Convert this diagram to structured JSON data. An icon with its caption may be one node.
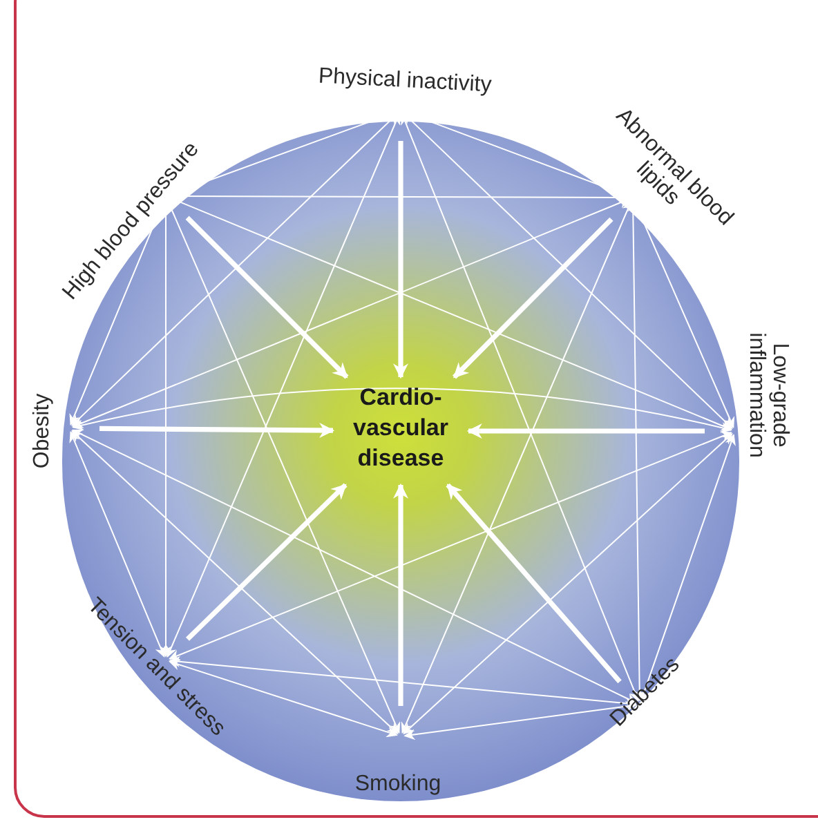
{
  "diagram": {
    "nodes": [
      {
        "text": [
          "Physical inactivity"
        ]
      },
      {
        "text": [
          "Abnormal blood lipids"
        ]
      },
      {
        "text": [
          "Low-grade inflammation"
        ]
      },
      {
        "text": [
          "Diabetes"
        ]
      },
      {
        "text": [
          "Smoking"
        ]
      },
      {
        "text": [
          "Tension and stress"
        ]
      },
      {
        "text": [
          "Obesity"
        ]
      },
      {
        "text": [
          "High blood pressure"
        ]
      },
      {
        "text": [
          "Cardio- vascular disease"
        ]
      }
    ],
    "edges": [
      {
        "from": 0,
        "to": 1,
        "arrow": "both"
      },
      {
        "from": 0,
        "to": 2,
        "arrow": "both"
      },
      {
        "from": 0,
        "to": 3,
        "arrow": "both"
      },
      {
        "from": 0,
        "to": 5,
        "arrow": "both"
      },
      {
        "from": 0,
        "to": 6,
        "arrow": "both"
      },
      {
        "from": 0,
        "to": 7,
        "arrow": "both"
      },
      {
        "from": 1,
        "to": 2,
        "arrow": "both"
      },
      {
        "from": 1,
        "to": 3,
        "arrow": "both"
      },
      {
        "from": 1,
        "to": 4,
        "arrow": "both"
      },
      {
        "from": 1,
        "to": 6,
        "arrow": "both"
      },
      {
        "from": 1,
        "to": 7,
        "arrow": "both"
      },
      {
        "from": 2,
        "to": 3,
        "arrow": "both"
      },
      {
        "from": 2,
        "to": 4,
        "arrow": "both"
      },
      {
        "from": 2,
        "to": 5,
        "arrow": "both"
      },
      {
        "from": 2,
        "to": 6,
        "arrow": "both"
      },
      {
        "from": 2,
        "to": 7,
        "arrow": "both"
      },
      {
        "from": 3,
        "to": 4,
        "arrow": "both"
      },
      {
        "from": 3,
        "to": 5,
        "arrow": "both"
      },
      {
        "from": 3,
        "to": 6,
        "arrow": "both"
      },
      {
        "from": 4,
        "to": 5,
        "arrow": "both"
      },
      {
        "from": 4,
        "to": 6,
        "arrow": "both"
      },
      {
        "from": 4,
        "to": 7,
        "arrow": "both"
      },
      {
        "from": 5,
        "to": 6,
        "arrow": "both"
      },
      {
        "from": 5,
        "to": 7,
        "arrow": "both"
      },
      {
        "from": 6,
        "to": 7,
        "arrow": "both"
      },
      {
        "from": 0,
        "to": 8,
        "arrow": "to",
        "style": "thick"
      },
      {
        "from": 1,
        "to": 8,
        "arrow": "to",
        "style": "thick"
      },
      {
        "from": 2,
        "to": 8,
        "arrow": "to",
        "style": "thick"
      },
      {
        "from": 3,
        "to": 8,
        "arrow": "to",
        "style": "thick"
      },
      {
        "from": 4,
        "to": 8,
        "arrow": "to",
        "style": "thick"
      },
      {
        "from": 5,
        "to": 8,
        "arrow": "to",
        "style": "thick"
      },
      {
        "from": 6,
        "to": 8,
        "arrow": "to",
        "style": "thick"
      },
      {
        "from": 7,
        "to": 8,
        "arrow": "to",
        "style": "thick"
      }
    ]
  }
}
